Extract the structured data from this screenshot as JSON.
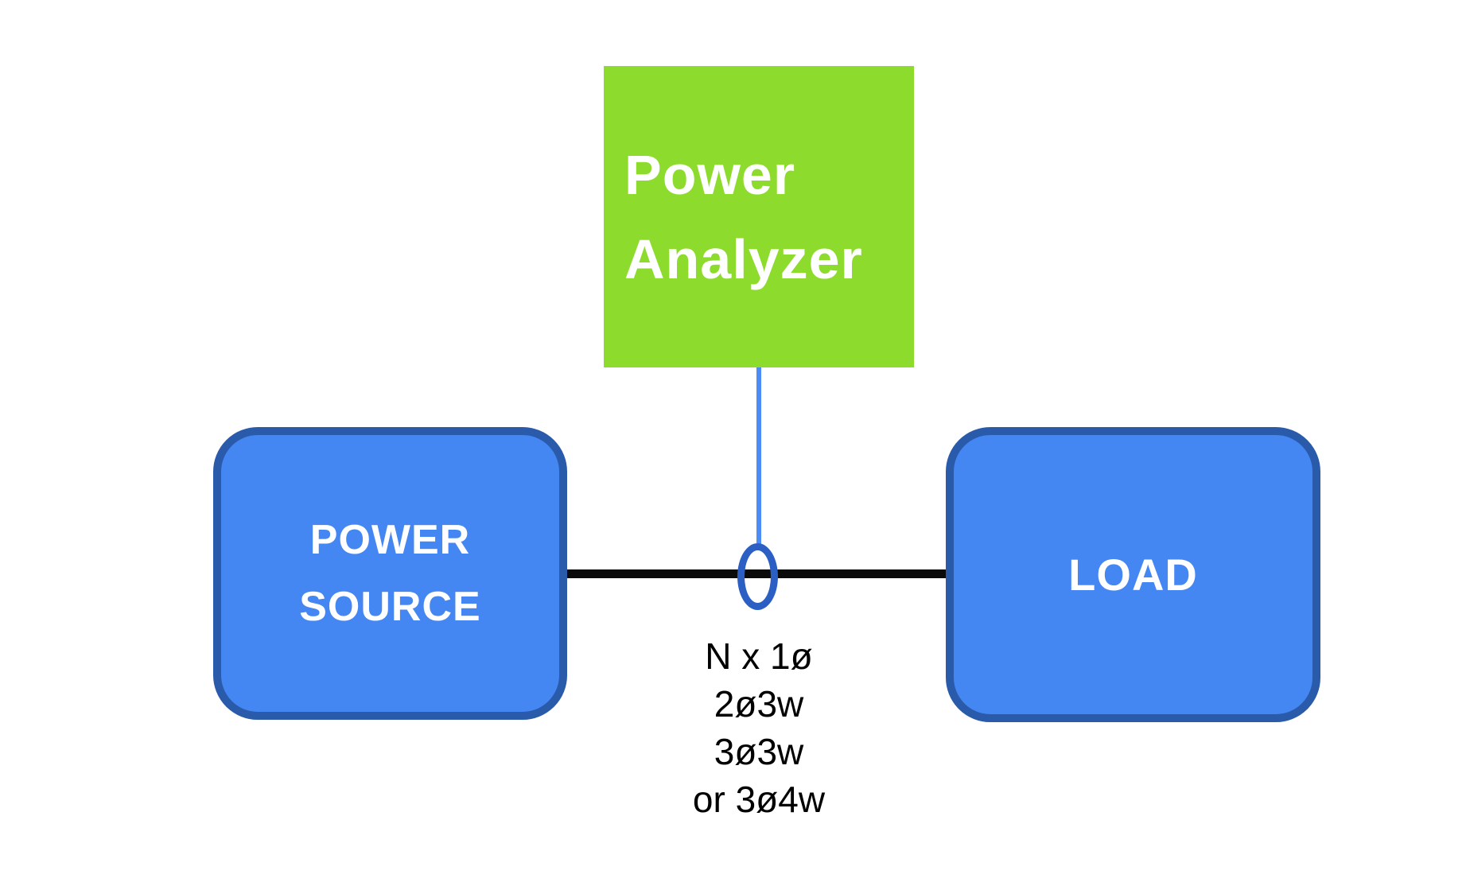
{
  "title": "Power analyzer connection diagram",
  "colors": {
    "analyzer_green": "#8DDC2D",
    "box_blue_fill": "#4486F2",
    "box_blue_border": "#2A5BAB",
    "clamp_blue": "#2C5FC4",
    "lead_blue": "#4C8CF6",
    "wire_black": "#0B0B0B",
    "label_white": "#FFFFFF",
    "text_black": "#000000"
  },
  "nodes": {
    "analyzer": {
      "line1": "Power",
      "line2": "Analyzer"
    },
    "source": {
      "line1": "POWER",
      "line2": "SOURCE"
    },
    "load": {
      "label": "LOAD"
    }
  },
  "wiring_options": {
    "line1": "N x 1ø",
    "line2": "2ø3w",
    "line3": "3ø3w",
    "line4": "or 3ø4w"
  }
}
